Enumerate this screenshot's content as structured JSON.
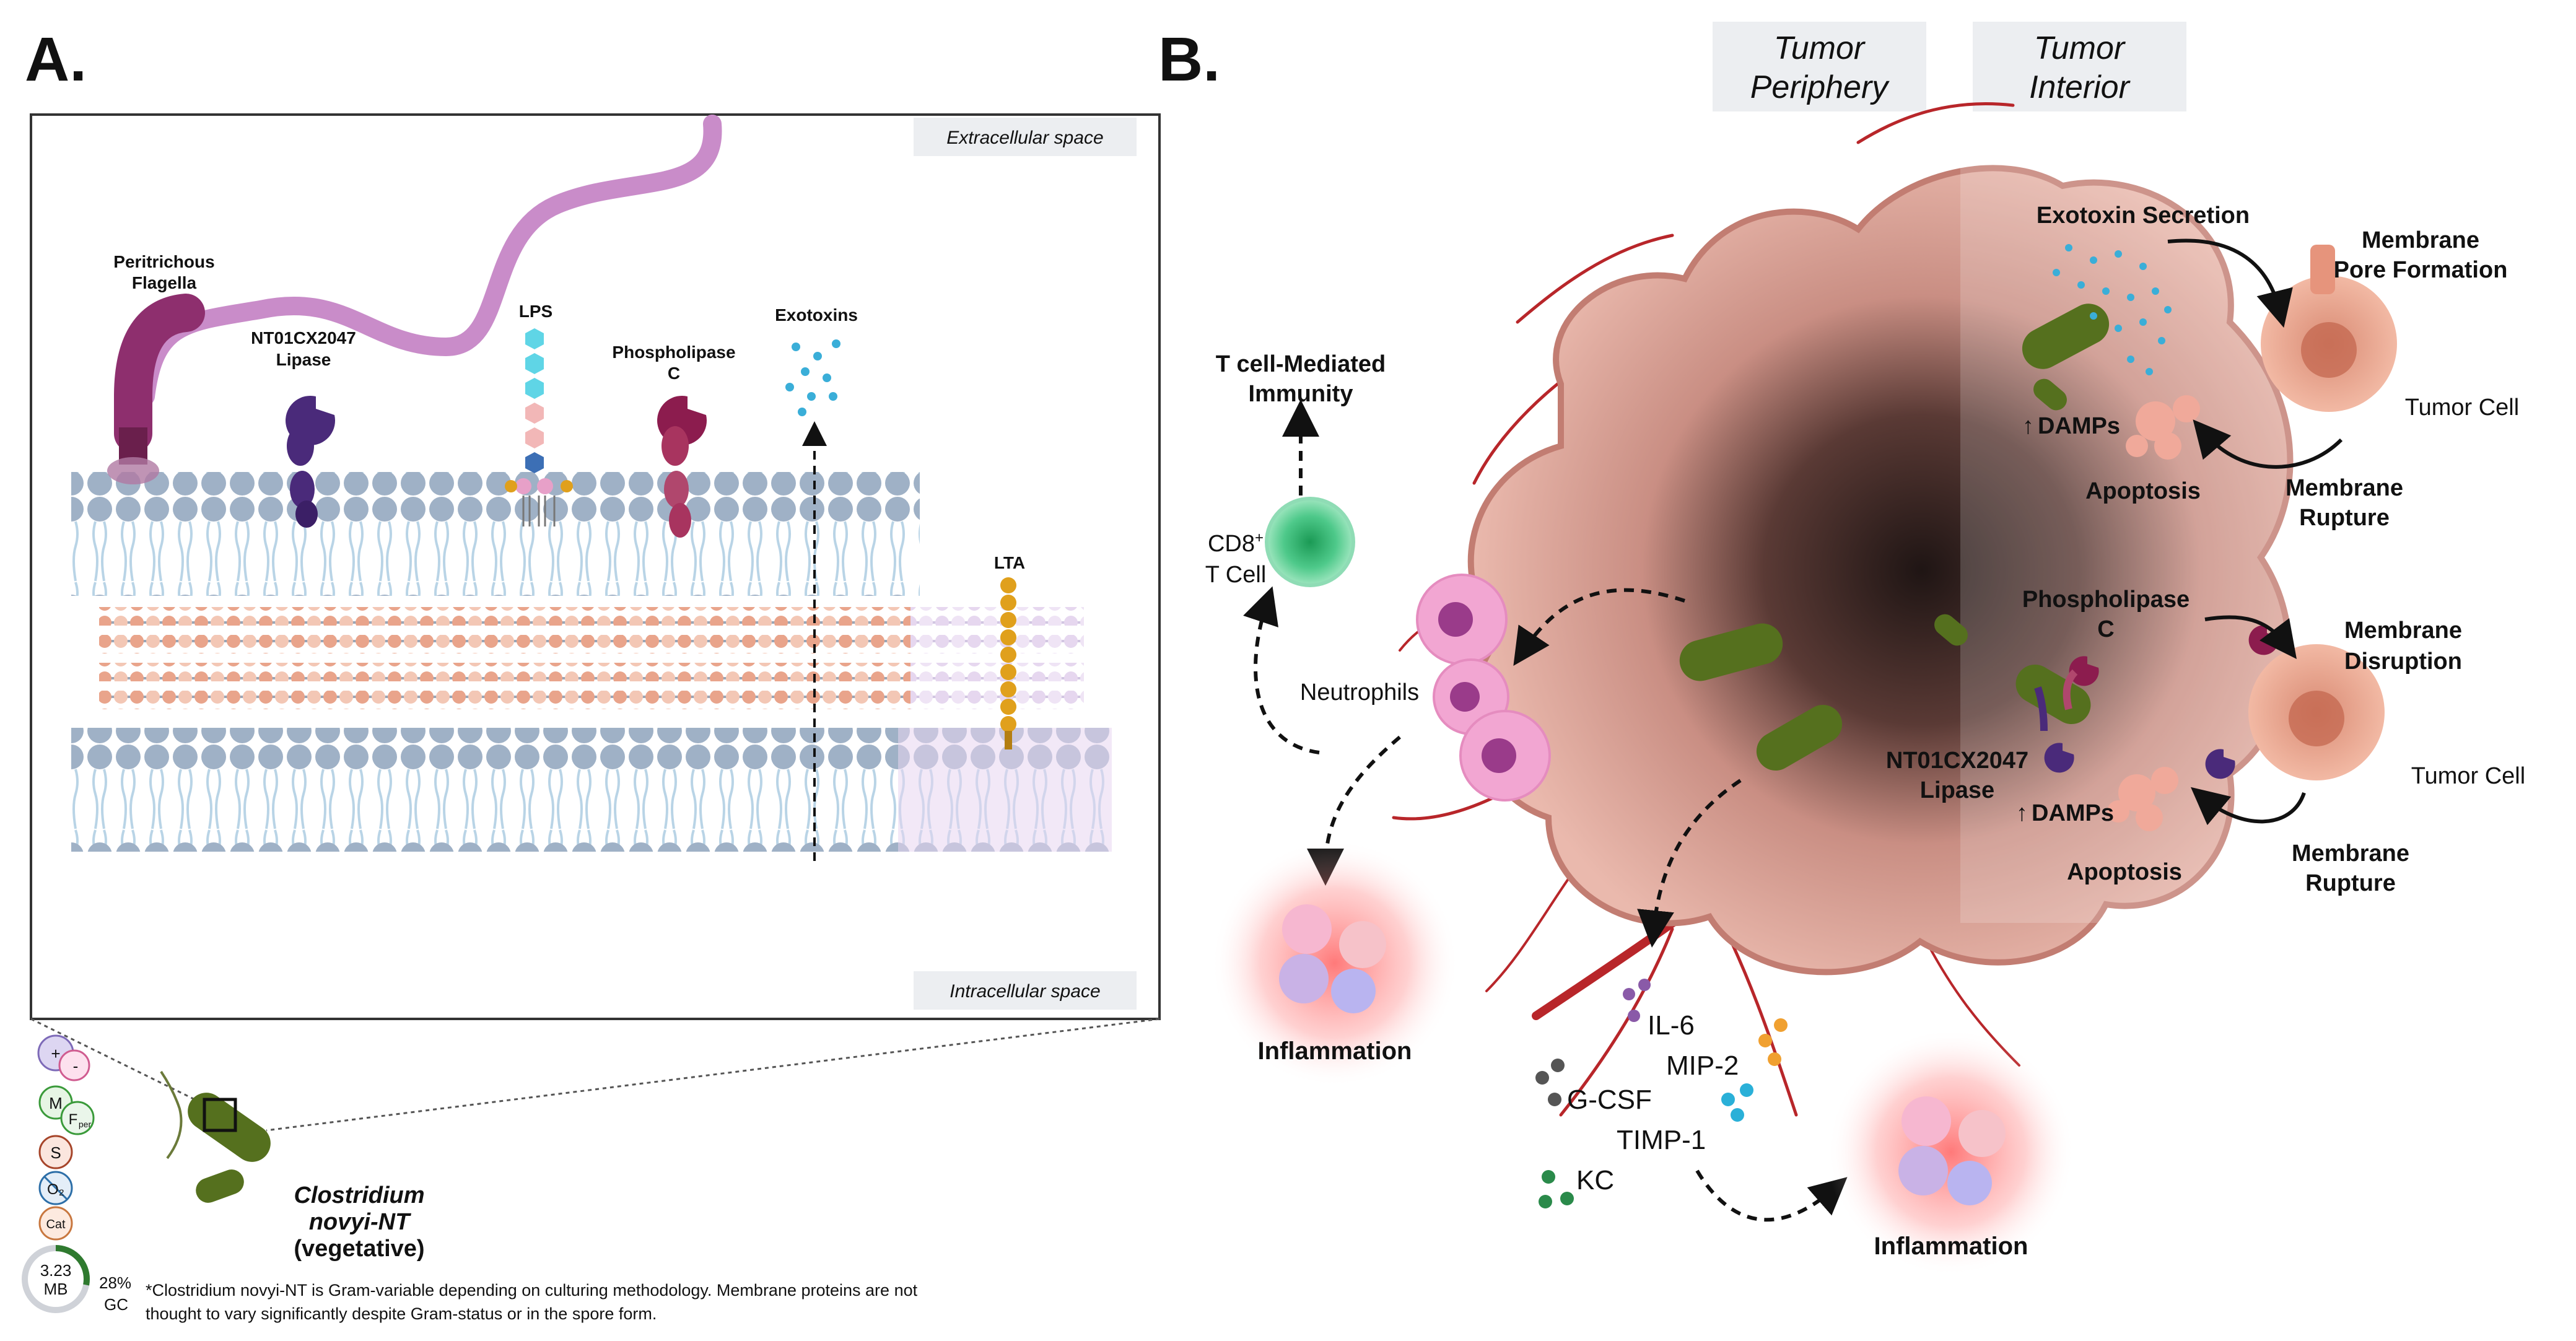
{
  "panel_a": {
    "letter": "A.",
    "extracellular": "Extracellular space",
    "intracellular": "Intracellular space",
    "flagella_1": "Peritrichous",
    "flagella_2": "Flagella",
    "lipase_1": "NT01CX2047",
    "lipase_2": "Lipase",
    "lps": "LPS",
    "phospholipase_1": "Phospholipase",
    "phospholipase_2": "C",
    "exotoxins": "Exotoxins",
    "lta": "LTA",
    "organism_1": "Clostridium",
    "organism_2": "novyi-NT",
    "organism_3": "(vegetative)",
    "badges": {
      "gram_plus": "+",
      "gram_minus": "-",
      "motile": "M",
      "facultative": "F",
      "facultative_sub": "per",
      "spore": "S",
      "oxygen": "O₂",
      "catalase": "Cat"
    },
    "genome": {
      "size_1": "3.23",
      "size_2": "MB",
      "gc_1": "28%",
      "gc_2": "GC",
      "gc_fraction": 0.28
    },
    "footnote_1": "*Clostridium novyi-NT is  Gram-variable depending on culturing methodology. Membrane proteins are not",
    "footnote_2": "thought to vary significantly despite Gram-status or in the spore form."
  },
  "panel_b": {
    "letter": "B.",
    "tumor_periphery_1": "Tumor",
    "tumor_periphery_2": "Periphery",
    "tumor_interior_1": "Tumor",
    "tumor_interior_2": "Interior",
    "exotoxin_secretion": "Exotoxin Secretion",
    "membrane_pore_1": "Membrane",
    "membrane_pore_2": "Pore Formation",
    "tumor_cell_top": "Tumor Cell",
    "damps_top": "DAMPs",
    "apoptosis_top": "Apoptosis",
    "membrane_rupture_top_1": "Membrane",
    "membrane_rupture_top_2": "Rupture",
    "phospholipase_1": "Phospholipase",
    "phospholipase_2": "C",
    "membrane_disruption_1": "Membrane",
    "membrane_disruption_2": "Disruption",
    "tumor_cell_bottom": "Tumor Cell",
    "lipase_1": "NT01CX2047",
    "lipase_2": "Lipase",
    "damps_bottom": "DAMPs",
    "apoptosis_bottom": "Apoptosis",
    "membrane_rupture_bottom_1": "Membrane",
    "membrane_rupture_bottom_2": "Rupture",
    "t_cell_immunity_1": "T cell-Mediated",
    "t_cell_immunity_2": "Immunity",
    "cd8_1": "CD8",
    "cd8_sup": "+",
    "cd8_2": "T Cell",
    "neutrophils": "Neutrophils",
    "inflammation_left": "Inflammation",
    "inflammation_right": "Inflammation",
    "cytokines": [
      "IL-6",
      "MIP-2",
      "G-CSF",
      "TIMP-1",
      "KC"
    ]
  },
  "colors": {
    "flagella": "#c98cc9",
    "flagella_base": "#8e2f6e",
    "lipase": "#4a2a7a",
    "phospholipase": "#8c1c4e",
    "exotoxin": "#3aaed8",
    "lta": "#e0a01c",
    "bacterium": "#55701e",
    "membrane_head": "#9fb1c6",
    "peptidoglycan": "#e9a48b",
    "tumor": "#e9b5a8",
    "necrosis": "#3b2a28",
    "vessel": "#b8262a",
    "neutrophil": "#f2a6d2",
    "cd8": "#4ec98a",
    "inflammation": "#ff6060"
  }
}
